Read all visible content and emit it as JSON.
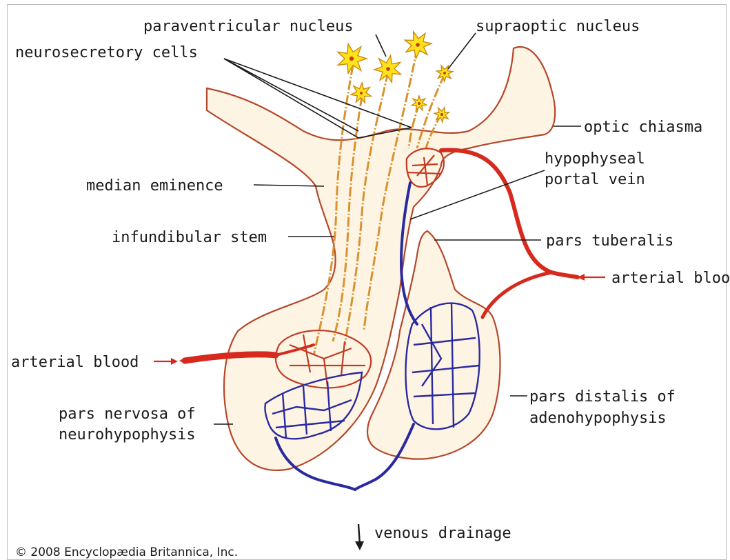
{
  "labels": {
    "paraventricular_nucleus": "paraventricular nucleus",
    "supraoptic_nucleus": "supraoptic nucleus",
    "neurosecretory_cells": "neurosecretory cells",
    "optic_chiasma": "optic chiasma",
    "median_eminence": "median eminence",
    "hypophyseal_portal_vein_1": "hypophyseal",
    "hypophyseal_portal_vein_2": "portal vein",
    "infundibular_stem": "infundibular stem",
    "pars_tuberalis": "pars tuberalis",
    "arterial_blood_right": "arterial blood",
    "arterial_blood_left": "arterial blood",
    "pars_distalis_1": "pars distalis of",
    "pars_distalis_2": "adenohypophysis",
    "pars_nervosa_1": "pars nervosa of",
    "pars_nervosa_2": "neurohypophysis",
    "venous_drainage": "venous drainage"
  },
  "credit": "© 2008 Encyclopædia Britannica, Inc.",
  "colors": {
    "tissue_fill": "#fdf4e3",
    "tissue_outline": "#b5472a",
    "neuron_axon": "#d9922e",
    "neuron_body": "#ffe21a",
    "artery": "#d62a1e",
    "vein": "#2a2aa0",
    "venous_drainage": "#1e90ff"
  }
}
